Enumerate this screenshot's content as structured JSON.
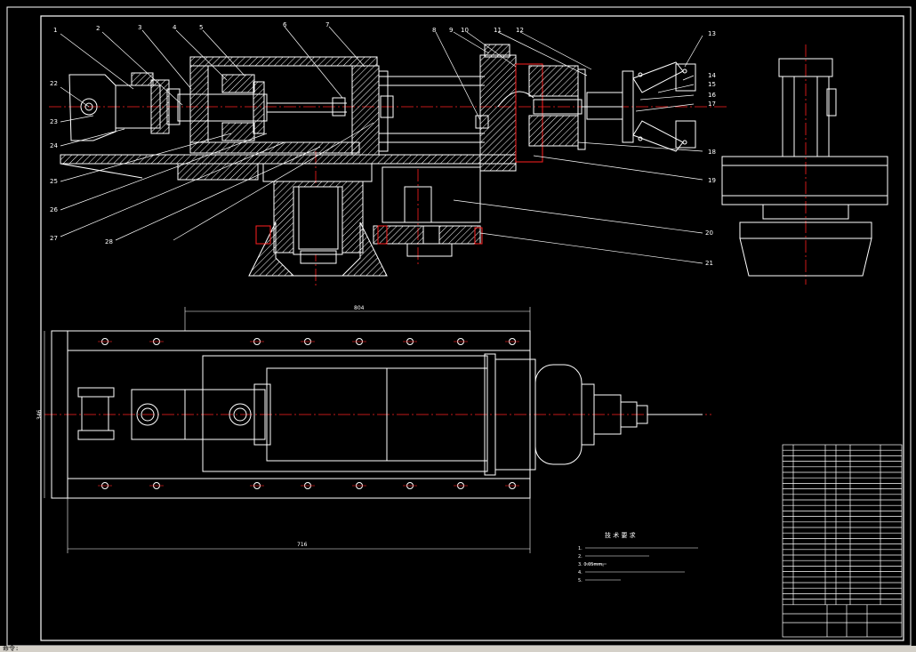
{
  "callouts": [
    "1",
    "2",
    "3",
    "4",
    "5",
    "6",
    "7",
    "8",
    "9",
    "10",
    "11",
    "12",
    "13",
    "14",
    "15",
    "16",
    "17",
    "18",
    "19",
    "20",
    "21",
    "22",
    "23",
    "24",
    "25",
    "26",
    "27",
    "28"
  ],
  "dimensions": {
    "plan_top": "804",
    "plan_bottom": "716",
    "plan_left": "346"
  },
  "tech_req": {
    "title": "技 术 要 求",
    "items": [
      "1.",
      "2.",
      "3.                                          0.05mm。",
      "4.",
      "5."
    ]
  },
  "status_text": "命令:",
  "colors": {
    "line": "#ffffff",
    "centerline": "#ff2020",
    "hatch": "#ffffff",
    "background": "#000000"
  }
}
